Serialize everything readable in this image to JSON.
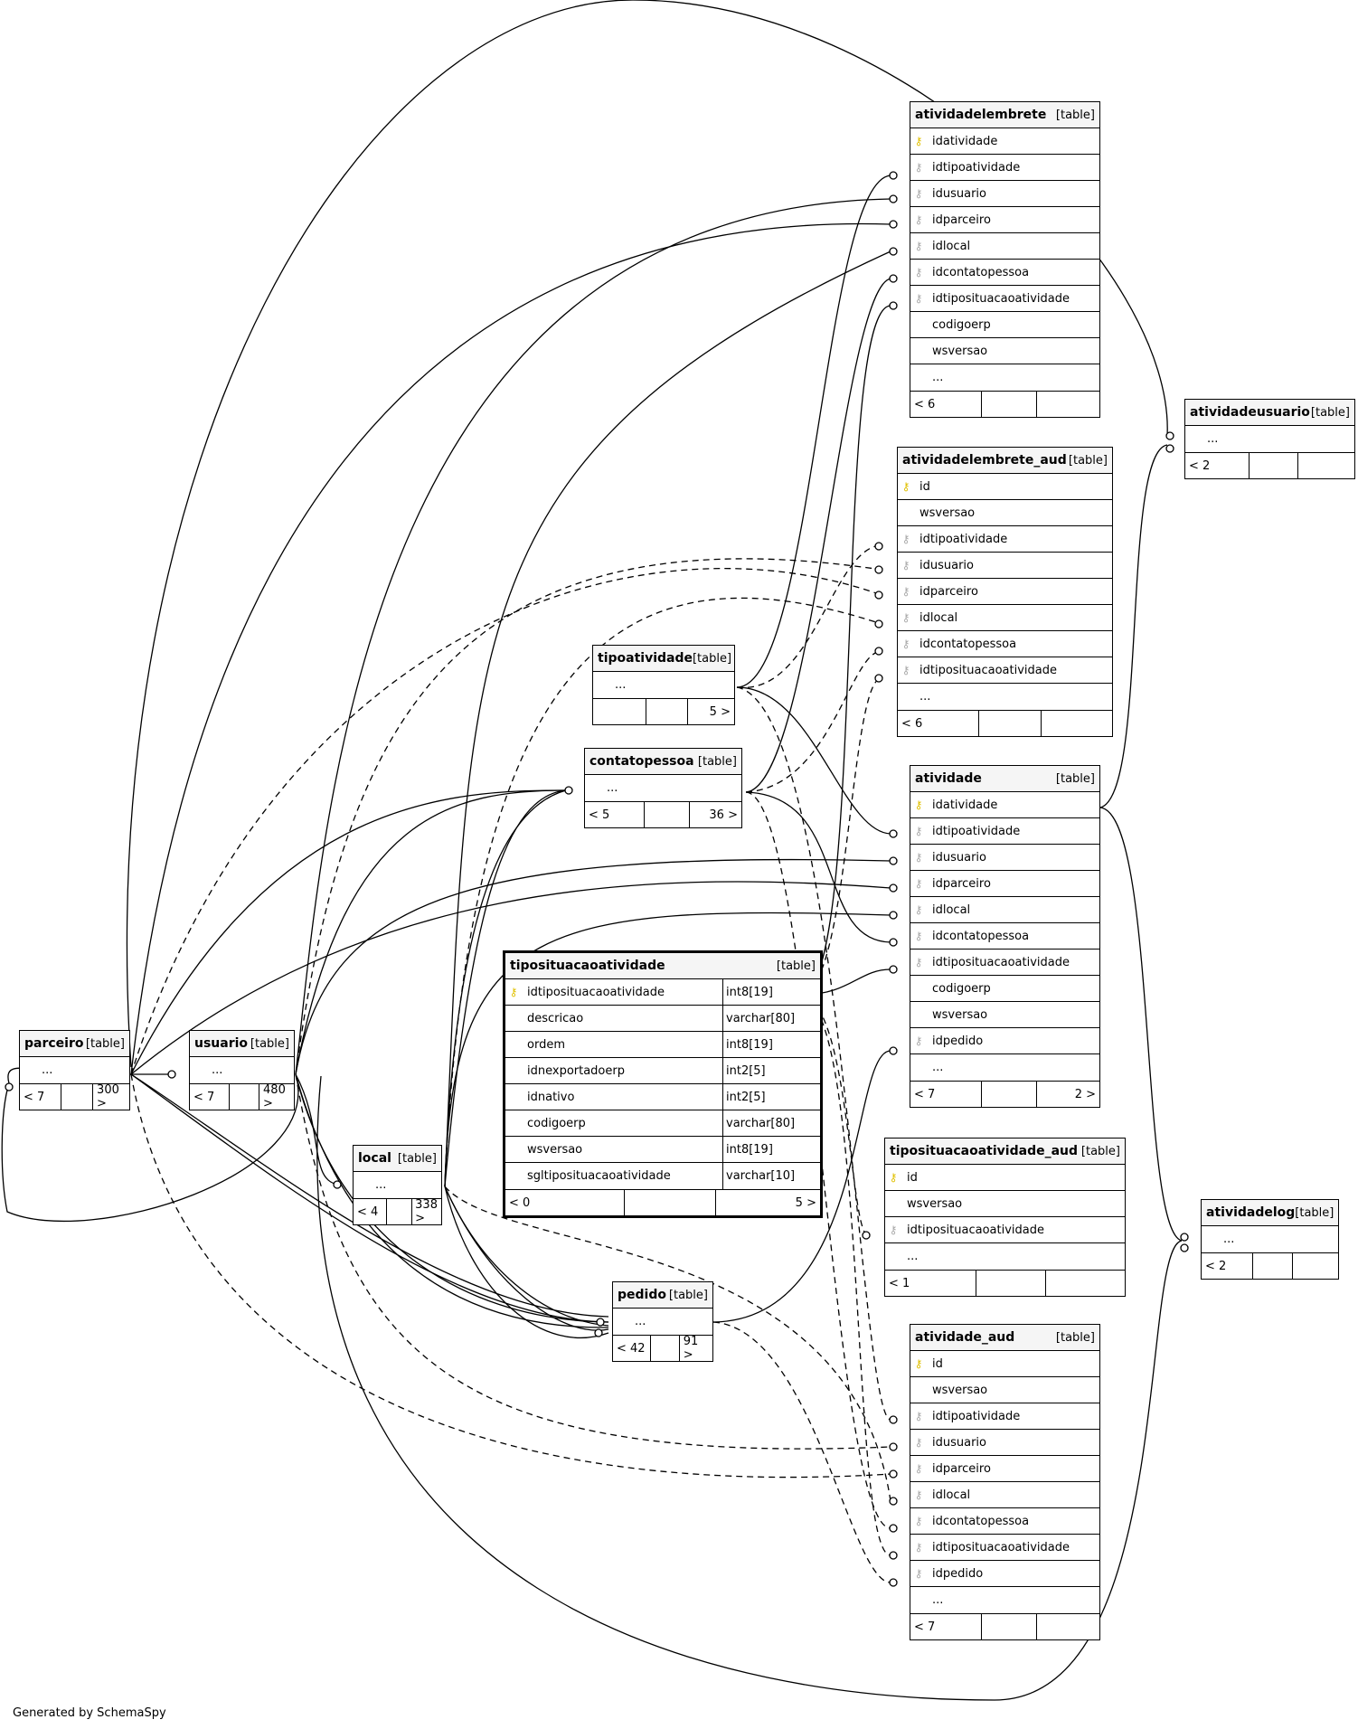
{
  "footer": "Generated by SchemaSpy",
  "tables": {
    "atividadelembrete": {
      "name": "atividadelembrete",
      "type": "[table]",
      "rows": [
        {
          "n": "idatividade",
          "k": "pk"
        },
        {
          "n": "idtipoatividade",
          "k": "fk"
        },
        {
          "n": "idusuario",
          "k": "fk"
        },
        {
          "n": "idparceiro",
          "k": "fk"
        },
        {
          "n": "idlocal",
          "k": "fk"
        },
        {
          "n": "idcontatopessoa",
          "k": "fk"
        },
        {
          "n": "idtiposituacaoatividade",
          "k": "fk"
        },
        {
          "n": "codigoerp",
          "k": ""
        },
        {
          "n": "wsversao",
          "k": ""
        },
        {
          "n": "...",
          "k": ""
        }
      ],
      "foot": [
        "< 6",
        "",
        ""
      ]
    },
    "atividadeusuario": {
      "name": "atividadeusuario",
      "type": "[table]",
      "rows": [
        {
          "n": "...",
          "k": ""
        }
      ],
      "foot": [
        "< 2",
        "",
        ""
      ]
    },
    "atividadelembrete_aud": {
      "name": "atividadelembrete_aud",
      "type": "[table]",
      "rows": [
        {
          "n": "id",
          "k": "pk"
        },
        {
          "n": "wsversao",
          "k": ""
        },
        {
          "n": "idtipoatividade",
          "k": "fk"
        },
        {
          "n": "idusuario",
          "k": "fk"
        },
        {
          "n": "idparceiro",
          "k": "fk"
        },
        {
          "n": "idlocal",
          "k": "fk"
        },
        {
          "n": "idcontatopessoa",
          "k": "fk"
        },
        {
          "n": "idtiposituacaoatividade",
          "k": "fk"
        },
        {
          "n": "...",
          "k": ""
        }
      ],
      "foot": [
        "< 6",
        "",
        ""
      ]
    },
    "tipoatividade": {
      "name": "tipoatividade",
      "type": "[table]",
      "rows": [
        {
          "n": "...",
          "k": ""
        }
      ],
      "foot": [
        "",
        "",
        "5 >"
      ]
    },
    "contatopessoa": {
      "name": "contatopessoa",
      "type": "[table]",
      "rows": [
        {
          "n": "...",
          "k": ""
        }
      ],
      "foot": [
        "< 5",
        "",
        "36 >"
      ]
    },
    "atividade": {
      "name": "atividade",
      "type": "[table]",
      "rows": [
        {
          "n": "idatividade",
          "k": "pk"
        },
        {
          "n": "idtipoatividade",
          "k": "fk"
        },
        {
          "n": "idusuario",
          "k": "fk"
        },
        {
          "n": "idparceiro",
          "k": "fk"
        },
        {
          "n": "idlocal",
          "k": "fk"
        },
        {
          "n": "idcontatopessoa",
          "k": "fk"
        },
        {
          "n": "idtiposituacaoatividade",
          "k": "fk"
        },
        {
          "n": "codigoerp",
          "k": ""
        },
        {
          "n": "wsversao",
          "k": ""
        },
        {
          "n": "idpedido",
          "k": "fk"
        },
        {
          "n": "...",
          "k": ""
        }
      ],
      "foot": [
        "< 7",
        "",
        "2 >"
      ]
    },
    "tiposituacaoatividade": {
      "name": "tiposituacaoatividade",
      "type": "[table]",
      "rows": [
        {
          "n": "idtiposituacaoatividade",
          "k": "pk",
          "t": "int8[19]"
        },
        {
          "n": "descricao",
          "k": "",
          "t": "varchar[80]"
        },
        {
          "n": "ordem",
          "k": "",
          "t": "int8[19]"
        },
        {
          "n": "idnexportadoerp",
          "k": "",
          "t": "int2[5]"
        },
        {
          "n": "idnativo",
          "k": "",
          "t": "int2[5]"
        },
        {
          "n": "codigoerp",
          "k": "",
          "t": "varchar[80]"
        },
        {
          "n": "wsversao",
          "k": "",
          "t": "int8[19]"
        },
        {
          "n": "sgltiposituacaoatividade",
          "k": "",
          "t": "varchar[10]"
        }
      ],
      "foot": [
        "< 0",
        "",
        "5 >"
      ]
    },
    "parceiro": {
      "name": "parceiro",
      "type": "[table]",
      "rows": [
        {
          "n": "...",
          "k": ""
        }
      ],
      "foot": [
        "< 7",
        "",
        "300 >"
      ]
    },
    "usuario": {
      "name": "usuario",
      "type": "[table]",
      "rows": [
        {
          "n": "...",
          "k": ""
        }
      ],
      "foot": [
        "< 7",
        "",
        "480 >"
      ]
    },
    "local": {
      "name": "local",
      "type": "[table]",
      "rows": [
        {
          "n": "...",
          "k": ""
        }
      ],
      "foot": [
        "< 4",
        "",
        "338 >"
      ]
    },
    "tiposituacaoatividade_aud": {
      "name": "tiposituacaoatividade_aud",
      "type": "[table]",
      "rows": [
        {
          "n": "id",
          "k": "pk"
        },
        {
          "n": "wsversao",
          "k": ""
        },
        {
          "n": "idtiposituacaoatividade",
          "k": "fk"
        },
        {
          "n": "...",
          "k": ""
        }
      ],
      "foot": [
        "< 1",
        "",
        ""
      ]
    },
    "atividadelog": {
      "name": "atividadelog",
      "type": "[table]",
      "rows": [
        {
          "n": "...",
          "k": ""
        }
      ],
      "foot": [
        "< 2",
        "",
        ""
      ]
    },
    "pedido": {
      "name": "pedido",
      "type": "[table]",
      "rows": [
        {
          "n": "...",
          "k": ""
        }
      ],
      "foot": [
        "< 42",
        "",
        "91 >"
      ]
    },
    "atividade_aud": {
      "name": "atividade_aud",
      "type": "[table]",
      "rows": [
        {
          "n": "id",
          "k": "pk"
        },
        {
          "n": "wsversao",
          "k": ""
        },
        {
          "n": "idtipoatividade",
          "k": "fk"
        },
        {
          "n": "idusuario",
          "k": "fk"
        },
        {
          "n": "idparceiro",
          "k": "fk"
        },
        {
          "n": "idlocal",
          "k": "fk"
        },
        {
          "n": "idcontatopessoa",
          "k": "fk"
        },
        {
          "n": "idtiposituacaoatividade",
          "k": "fk"
        },
        {
          "n": "idpedido",
          "k": "fk"
        },
        {
          "n": "...",
          "k": ""
        }
      ],
      "foot": [
        "< 7",
        "",
        ""
      ]
    }
  }
}
